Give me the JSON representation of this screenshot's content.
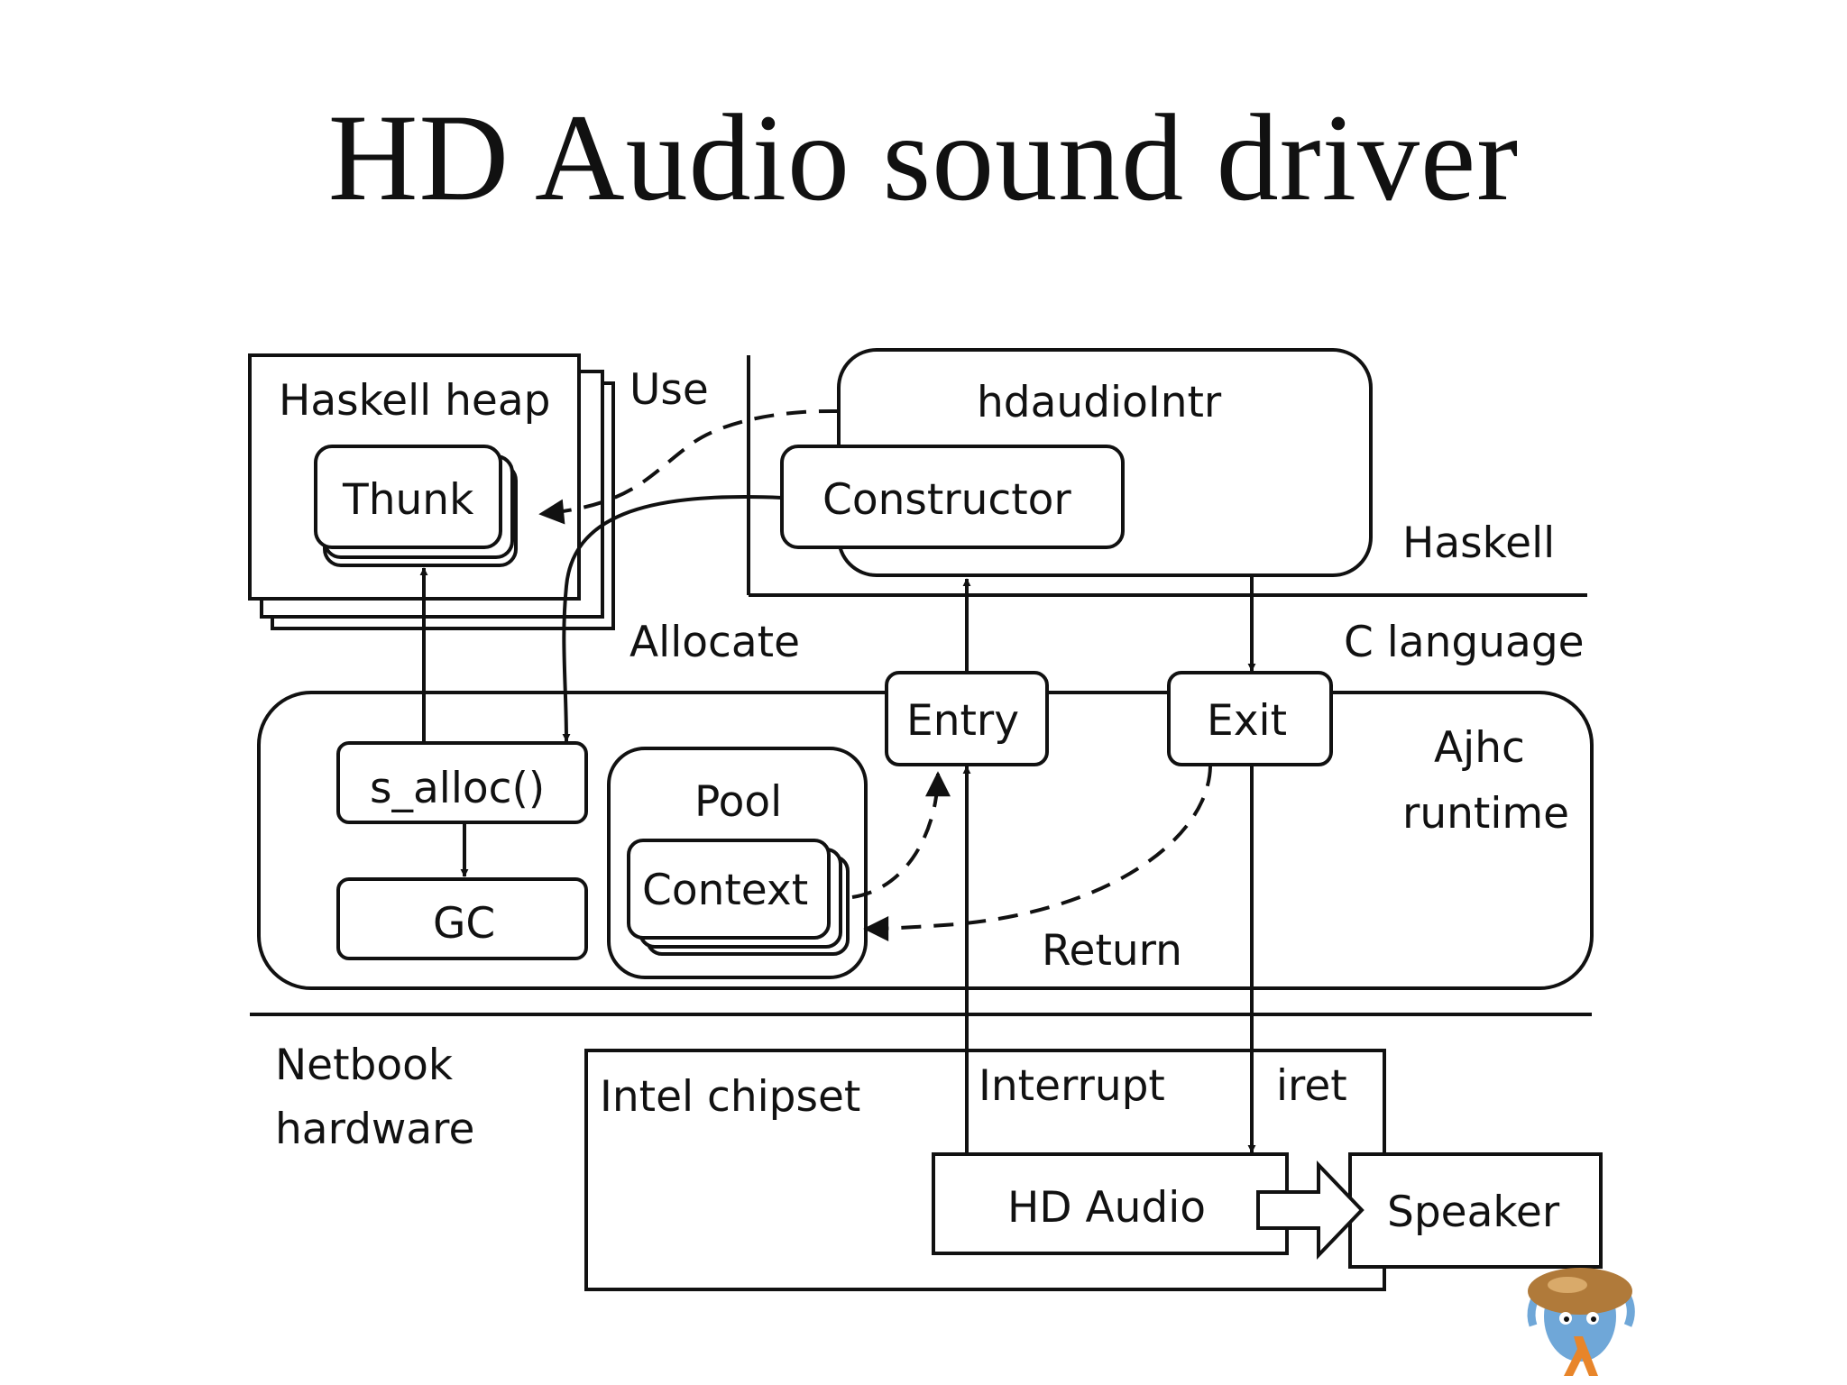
{
  "title": "HD Audio sound driver",
  "labels": {
    "haskell_heap": "Haskell heap",
    "thunk": "Thunk",
    "use": "Use",
    "allocate": "Allocate",
    "hdaudio_intr": "hdaudioIntr",
    "constructor": "Constructor",
    "haskell": "Haskell",
    "c_language": "C language",
    "entry": "Entry",
    "exit": "Exit",
    "ajhc": "Ajhc",
    "runtime": "runtime",
    "s_alloc": "s_alloc()",
    "gc": "GC",
    "pool": "Pool",
    "context": "Context",
    "return": "Return",
    "netbook": "Netbook",
    "hardware": "hardware",
    "intel_chipset": "Intel chipset",
    "interrupt": "Interrupt",
    "iret": "iret",
    "hd_audio": "HD Audio",
    "speaker": "Speaker"
  },
  "colors": {
    "ink": "#111111",
    "mascot_shell": "#b07a3a",
    "mascot_body": "#6fa7d8",
    "mascot_lambda": "#e8852a"
  }
}
